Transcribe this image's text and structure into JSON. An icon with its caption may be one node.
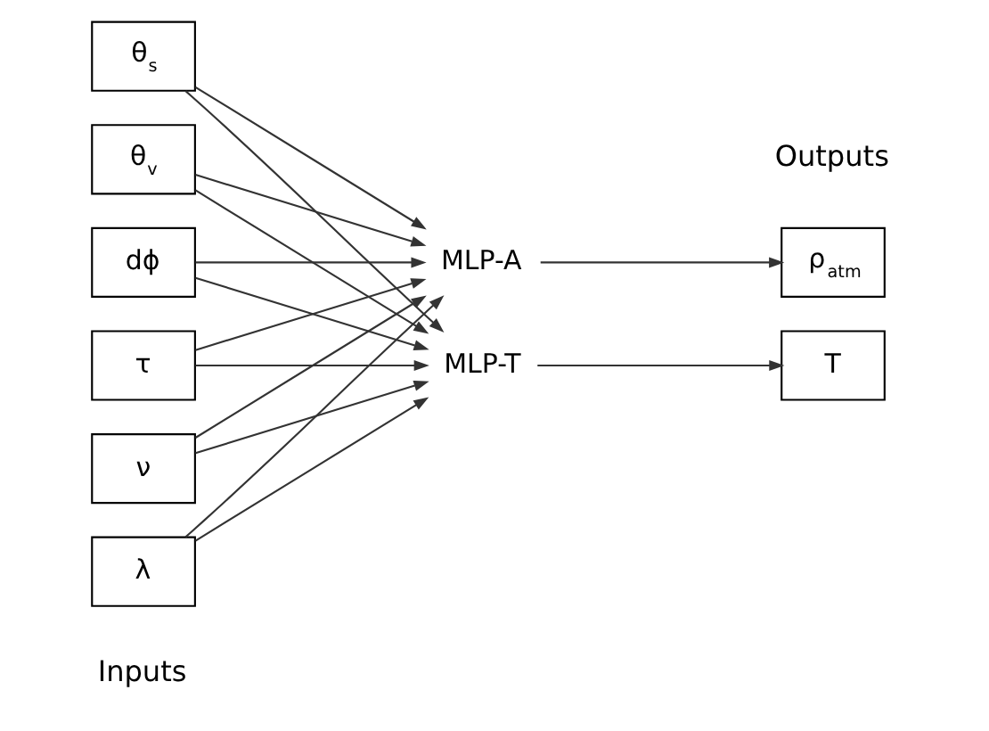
{
  "diagram": {
    "nodes": [
      {
        "text": [
          "θ$_{s}$"
        ]
      },
      {
        "text": [
          "θ$_{v}$"
        ]
      },
      {
        "text": [
          "dϕ"
        ]
      },
      {
        "text": [
          "τ"
        ]
      },
      {
        "text": [
          "ν"
        ]
      },
      {
        "text": [
          "λ"
        ]
      },
      {
        "text": [
          "MLP-A"
        ]
      },
      {
        "text": [
          "MLP-T"
        ]
      },
      {
        "text": [
          "ρ$_{atm}$"
        ]
      },
      {
        "text": [
          "T"
        ]
      }
    ],
    "edges": [
      {
        "from": 0,
        "to": 6,
        "arrow": "to"
      },
      {
        "from": 0,
        "to": 7,
        "arrow": "to"
      },
      {
        "from": 1,
        "to": 6,
        "arrow": "to"
      },
      {
        "from": 1,
        "to": 7,
        "arrow": "to"
      },
      {
        "from": 2,
        "to": 6,
        "arrow": "to"
      },
      {
        "from": 2,
        "to": 7,
        "arrow": "to"
      },
      {
        "from": 3,
        "to": 6,
        "arrow": "to"
      },
      {
        "from": 3,
        "to": 7,
        "arrow": "to"
      },
      {
        "from": 4,
        "to": 6,
        "arrow": "to"
      },
      {
        "from": 4,
        "to": 7,
        "arrow": "to"
      },
      {
        "from": 5,
        "to": 6,
        "arrow": "to"
      },
      {
        "from": 5,
        "to": 7,
        "arrow": "to"
      },
      {
        "from": 6,
        "to": 8,
        "arrow": "to"
      },
      {
        "from": 7,
        "to": 9,
        "arrow": "to"
      }
    ],
    "labels": [
      "Inputs",
      "Outputs"
    ]
  }
}
